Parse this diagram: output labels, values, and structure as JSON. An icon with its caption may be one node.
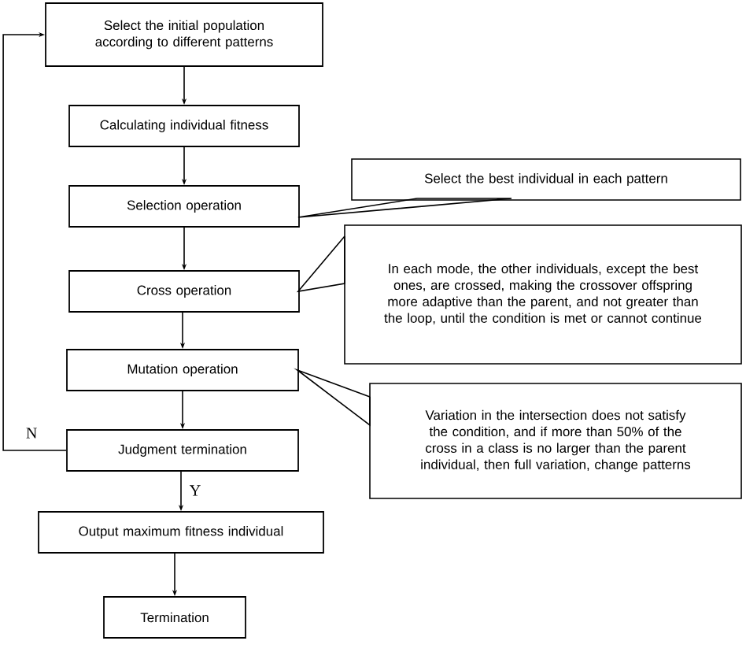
{
  "diagram": {
    "nodes": [
      {
        "text": [
          "Select the initial population according to different patterns"
        ]
      },
      {
        "text": [
          "Calculating individual fitness"
        ]
      },
      {
        "text": [
          "Selection operation"
        ]
      },
      {
        "text": [
          "Cross operation"
        ]
      },
      {
        "text": [
          "Mutation operation"
        ]
      },
      {
        "text": [
          "Judgment termination"
        ]
      },
      {
        "text": [
          "Output maximum fitness individual"
        ]
      },
      {
        "text": [
          "Termination"
        ]
      },
      {
        "text": [
          "Select the best individual in each pattern"
        ]
      },
      {
        "text": [
          "In each mode, the other individuals, except the best ones, are crossed, making the crossover offspring more adaptive than the parent, and not greater than the loop, until the condition is met or cannot continue"
        ]
      },
      {
        "text": [
          "Variation in the intersection does not satisfy the condition, and if more than 50% of the cross in a class is no larger than the parent individual, then full variation, change patterns"
        ]
      }
    ],
    "edges": [
      {
        "from": 0,
        "to": 1,
        "arrow": "to"
      },
      {
        "from": 1,
        "to": 2,
        "arrow": "to"
      },
      {
        "from": 2,
        "to": 3,
        "arrow": "to"
      },
      {
        "from": 3,
        "to": 4,
        "arrow": "to"
      },
      {
        "from": 4,
        "to": 5,
        "arrow": "to"
      },
      {
        "from": 5,
        "to": 0,
        "arrow": "to",
        "label": "N"
      },
      {
        "from": 5,
        "to": 6,
        "arrow": "to",
        "label": "Y"
      },
      {
        "from": 6,
        "to": 7,
        "arrow": "to"
      },
      {
        "from": 8,
        "to": 2,
        "arrow": "none"
      },
      {
        "from": 9,
        "to": 3,
        "arrow": "none"
      },
      {
        "from": 10,
        "to": 4,
        "arrow": "none"
      }
    ]
  }
}
